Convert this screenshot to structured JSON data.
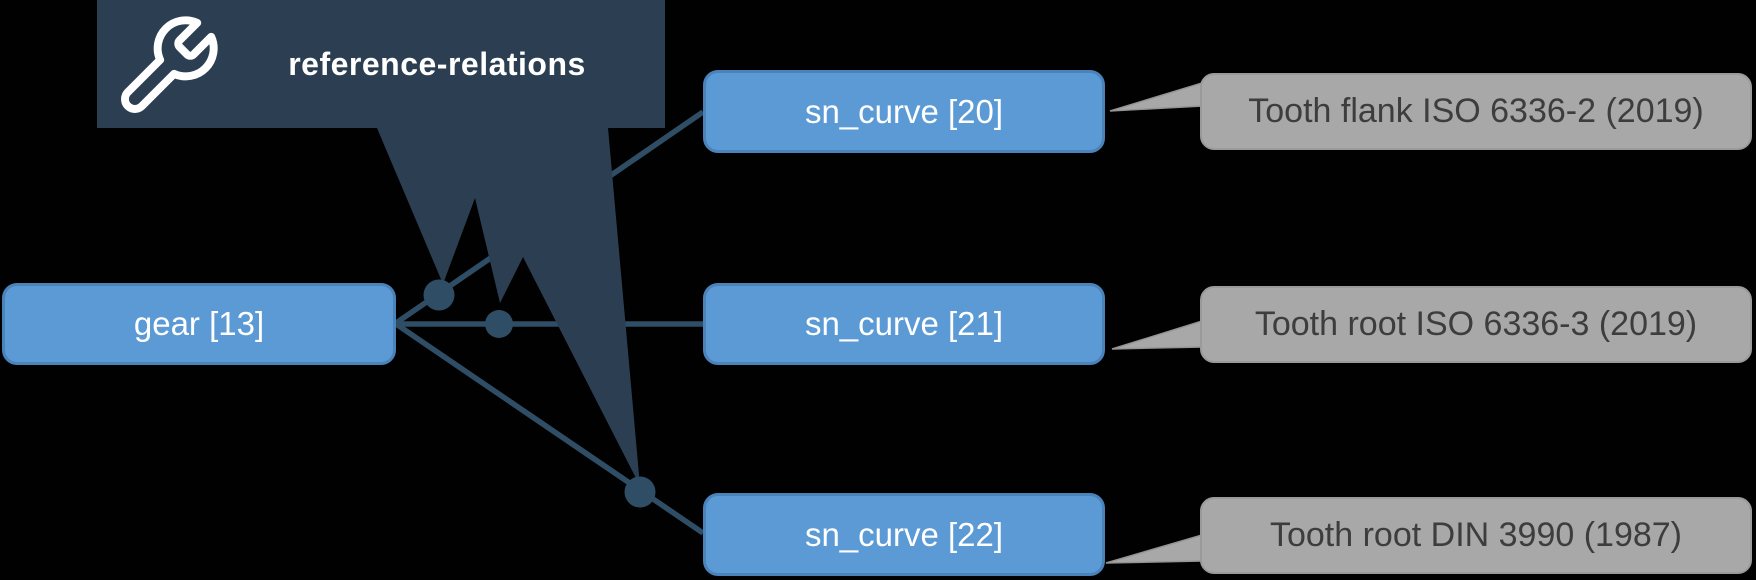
{
  "diagram": {
    "tooltip": {
      "title": "reference-relations",
      "icon": "wrench-icon"
    },
    "source_node": {
      "label": "gear [13]"
    },
    "target_nodes": [
      {
        "label": "sn_curve [20]",
        "annotation": "Tooth flank ISO 6336-2 (2019)"
      },
      {
        "label": "sn_curve [21]",
        "annotation": "Tooth root ISO 6336-3 (2019)"
      },
      {
        "label": "sn_curve [22]",
        "annotation": "Tooth root DIN 3990 (1987)"
      }
    ],
    "colors": {
      "background": "#010101",
      "node_fill": "#5b9ad5",
      "node_border": "#4a82ba",
      "node_text": "#ffffff",
      "tooltip_bg": "#2c3f52",
      "tooltip_text": "#ffffff",
      "edge": "#2f4e66",
      "callout_bg": "#a8a8a8",
      "callout_text": "#3d3d3d"
    }
  }
}
